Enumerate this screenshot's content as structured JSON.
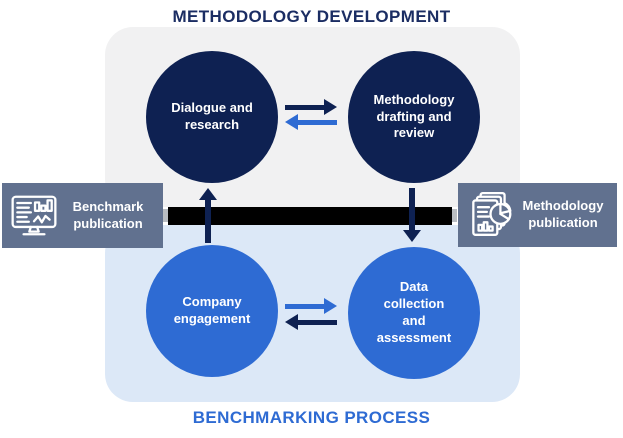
{
  "titles": {
    "top": "METHODOLOGY DEVELOPMENT",
    "bottom": "BENCHMARKING PROCESS"
  },
  "sections": {
    "methodology": {
      "circles": [
        {
          "label": "Dialogue and\nresearch"
        },
        {
          "label": "Methodology\ndrafting and\nreview"
        }
      ]
    },
    "benchmarking": {
      "circles": [
        {
          "label": "Company\nengagement"
        },
        {
          "label": "Data\ncollection\nand\nassessment"
        }
      ]
    }
  },
  "side_labels": {
    "left": {
      "label": "Benchmark\npublication",
      "icon": "monitor-charts-icon"
    },
    "right": {
      "label": "Methodology\npublication",
      "icon": "document-charts-icon"
    }
  },
  "arrows": {
    "top_pair": [
      "dialogue-to-drafting-right",
      "drafting-to-dialogue-left"
    ],
    "bottom_pair": [
      "engagement-to-collection-right",
      "collection-to-engagement-left"
    ],
    "vertical": [
      "engagement-up-to-dialogue",
      "drafting-down-to-collection"
    ]
  },
  "colors": {
    "navy": "#0e2152",
    "blue": "#2e6bd3",
    "boxbg": "#61718f",
    "topbg": "#f1f1f2",
    "bottombg": "#dce8f7",
    "titletop": "#1b2d63",
    "titlebottom": "#2e6bd3",
    "sliver": "#b9bdc2"
  }
}
